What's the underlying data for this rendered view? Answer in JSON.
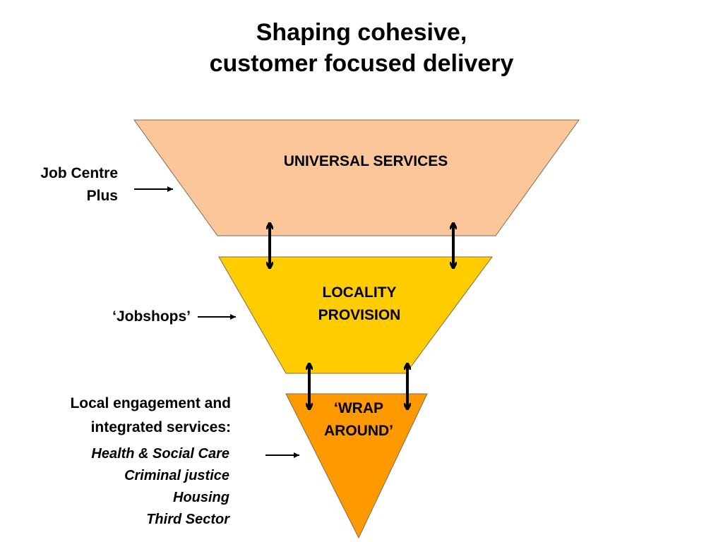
{
  "title": {
    "line1": "Shaping cohesive,",
    "line2": "customer focused delivery"
  },
  "tiers": [
    {
      "label_lines": [
        "UNIVERSAL SERVICES"
      ],
      "color": "#FBC79A"
    },
    {
      "label_lines": [
        "LOCALITY",
        "PROVISION"
      ],
      "color": "#FFCC00"
    },
    {
      "label_lines": [
        "‘WRAP",
        "AROUND’"
      ],
      "color": "#FF9900"
    }
  ],
  "side_labels": {
    "job_centre": [
      "Job Centre",
      "Plus"
    ],
    "jobshops": "‘Jobshops’",
    "local_engagement": {
      "heading": [
        "Local engagement and",
        "integrated services:"
      ],
      "items": [
        "Health & Social Care",
        "Criminal justice",
        "Housing",
        "Third Sector"
      ]
    }
  },
  "colors": {
    "outline": "#7F6A55",
    "arrow": "#000000"
  }
}
